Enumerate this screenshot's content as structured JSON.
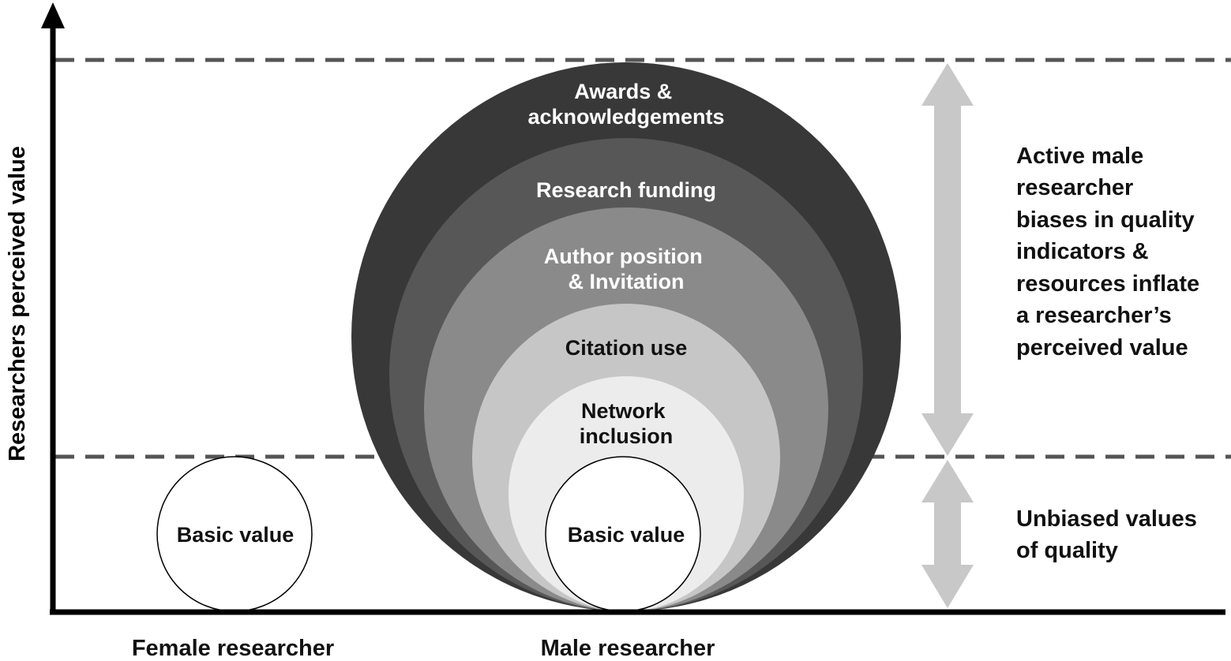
{
  "axis": {
    "y_label": "Researchers perceived value"
  },
  "x_labels": {
    "female": "Female researcher",
    "male": "Male researcher"
  },
  "female_circle": {
    "label": "Basic value"
  },
  "male_layers": [
    {
      "lines": [
        "Awards &",
        "acknowledgements"
      ],
      "fill": "#383838",
      "text_color": "#ffffff"
    },
    {
      "lines": [
        "Research funding"
      ],
      "fill": "#575757",
      "text_color": "#ffffff"
    },
    {
      "lines": [
        "Author position",
        "& Invitation"
      ],
      "fill": "#8a8a8a",
      "text_color": "#ffffff"
    },
    {
      "lines": [
        "Citation use"
      ],
      "fill": "#c6c6c6",
      "text_color": "#111111"
    },
    {
      "lines": [
        "Network",
        "inclusion"
      ],
      "fill": "#ececec",
      "text_color": "#111111"
    }
  ],
  "male_basic": {
    "label": "Basic value"
  },
  "annotations": {
    "bias": [
      "Active male",
      "researcher",
      "biases in quality",
      "indicators &",
      "resources inflate",
      "a researcher’s",
      "perceived value"
    ],
    "unbiased": [
      "Unbiased values",
      "of quality"
    ]
  },
  "colors": {
    "axis": "#000000",
    "dashed_line": "#555555",
    "arrow": "#c8c8c8"
  }
}
